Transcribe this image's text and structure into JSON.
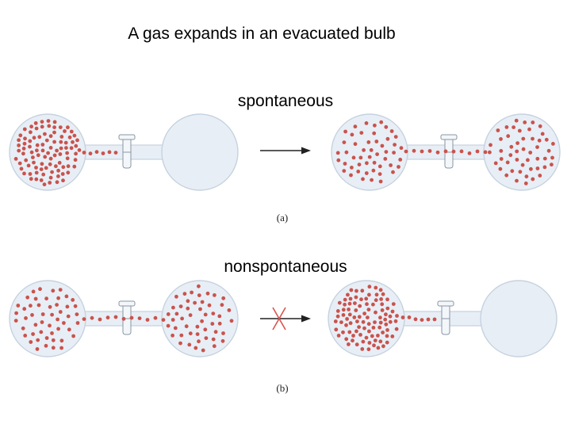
{
  "title": "A gas expands in an evacuated bulb",
  "panel_a": {
    "label": "spontaneous",
    "tag": "(a)"
  },
  "panel_b": {
    "label": "nonspontaneous",
    "tag": "(b)"
  },
  "colors": {
    "bulb_fill": "#e8eef5",
    "bulb_stroke": "#c5d2df",
    "molecule": "#c9534d",
    "arrow": "#222222",
    "blocked_mark": "#d9534f"
  },
  "icons": {
    "arrow": "right-arrow-icon",
    "cross": "x-mark-icon",
    "stopcock": "stopcock-valve-icon"
  }
}
